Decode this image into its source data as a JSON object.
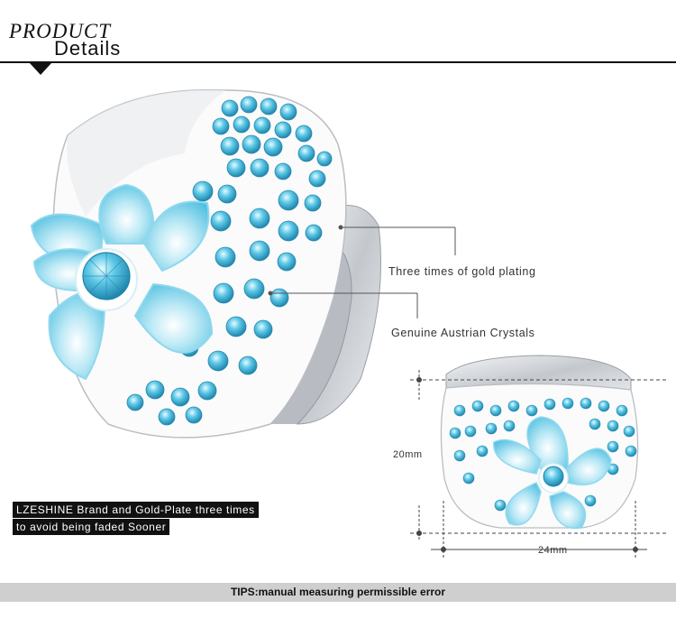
{
  "header": {
    "title_top": "PRODUCT",
    "title_bottom": "Details"
  },
  "callouts": {
    "plating": "Three times of gold plating",
    "crystals": "Genuine Austrian Crystals"
  },
  "banner": {
    "line1": "LZESHINE Brand and Gold-Plate three times",
    "line2": "to avoid being faded Sooner"
  },
  "dimensions": {
    "height": "20mm",
    "width": "24mm"
  },
  "tips": "TIPS:manual measuring permissible error",
  "colors": {
    "crystal": "#5cc7e6",
    "enamel": "#8fd8ee",
    "metal": "#c9cdd2",
    "header": "#111111",
    "tips_bar": "#cfcfcf"
  }
}
